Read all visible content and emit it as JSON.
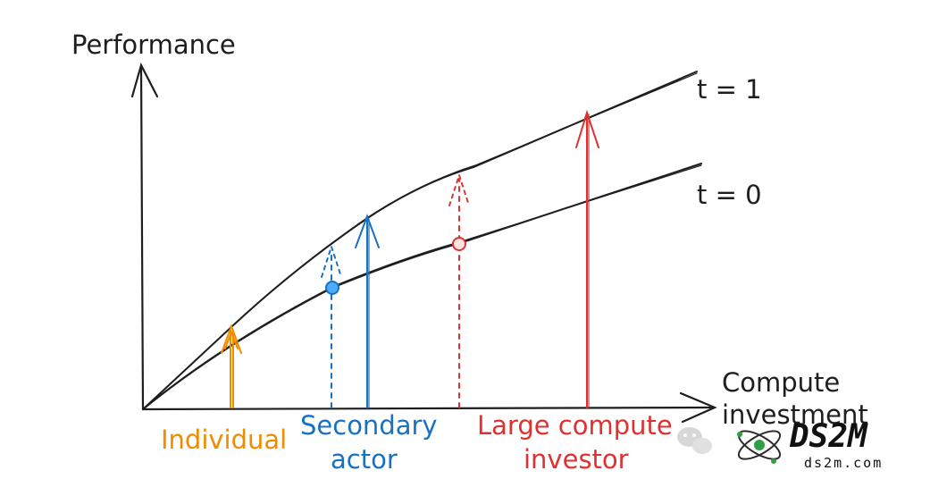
{
  "axes": {
    "y_label": "Performance",
    "x_label_line1": "Compute",
    "x_label_line2": "investment"
  },
  "curves": {
    "upper_label": "t = 1",
    "lower_label": "t = 0"
  },
  "actors": {
    "individual": "Individual",
    "secondary_line1": "Secondary",
    "secondary_line2": "actor",
    "large_line1": "Large compute",
    "large_line2": "investor"
  },
  "colors": {
    "ink": "#1e1e1e",
    "orange": "#f08c00",
    "blue": "#1971c2",
    "red": "#e03131"
  },
  "watermark": {
    "brand": "DS2M",
    "url": "ds2m.com",
    "icons": [
      "wechat-icon",
      "atom-logo-icon"
    ]
  }
}
